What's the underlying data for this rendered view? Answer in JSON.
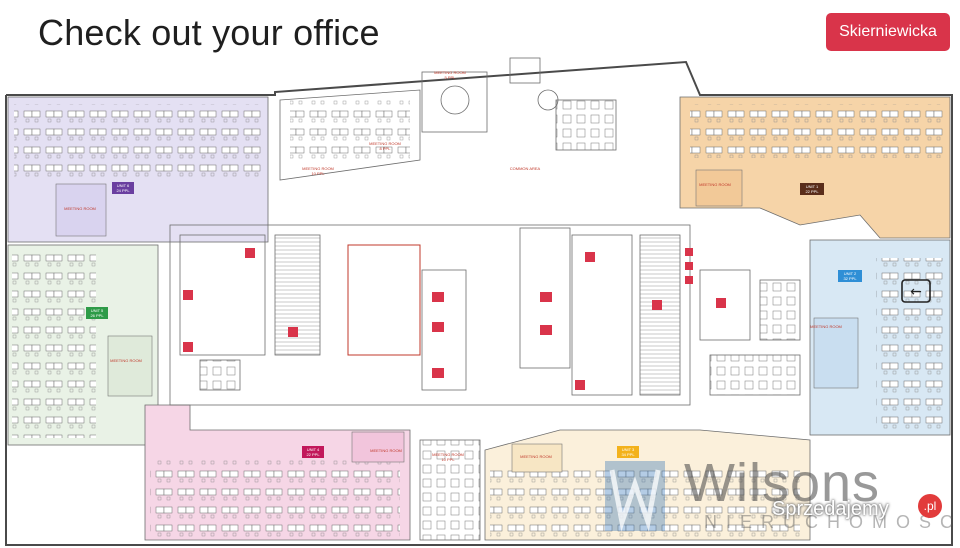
{
  "title": "Check out your office",
  "location_button": "Skierniewicka",
  "rooms": {
    "meeting_room_5": "MEETING ROOM",
    "meeting_room_5_cap": "5 PPL",
    "meeting_room_8": "MEETING ROOM",
    "meeting_room_8_cap": "8 PPL",
    "meeting_room_10": "MEETING ROOM",
    "meeting_room_10_cap": "10 PPL",
    "common_area": "COMMON AREA",
    "meeting_room_b1": "MEETING ROOM",
    "meeting_room_b2": "MEETING ROOM",
    "meeting_room_b3": "MEETING ROOM",
    "meeting_room_b4": "MEETING ROOM",
    "meeting_room_b5": "MEETING ROOM",
    "meeting_room_b6": "MEETING ROOM",
    "meeting_room_bottom": "MEETING ROOM",
    "meeting_room_bottom_cap": "10 PPL",
    "unit_1": "UNIT 1",
    "unit_1_cap": "22 PPL",
    "unit_2": "UNIT 2",
    "unit_2_cap": "32 PPL",
    "unit_3": "UNIT 3",
    "unit_3_cap": "34 PPL",
    "unit_4": "UNIT 4",
    "unit_4_cap": "22 PPL",
    "unit_5": "UNIT 5",
    "unit_5_cap": "26 PPL",
    "unit_6": "UNIT 6",
    "unit_6_cap": "24 PPL"
  },
  "watermark": {
    "brand": "Wilsons",
    "sub": "NIERUCHOMOŚCI",
    "site": "Sprzedajemy",
    "tld": ".pl"
  },
  "colors": {
    "accent": "#d9344a",
    "unit_purple": "#e4e0f3",
    "unit_orange": "#f6d4a8",
    "unit_blue": "#d8e8f4",
    "unit_green": "#e9f2e6",
    "unit_pink": "#f6d6e6",
    "unit_beige": "#fbf0db"
  }
}
